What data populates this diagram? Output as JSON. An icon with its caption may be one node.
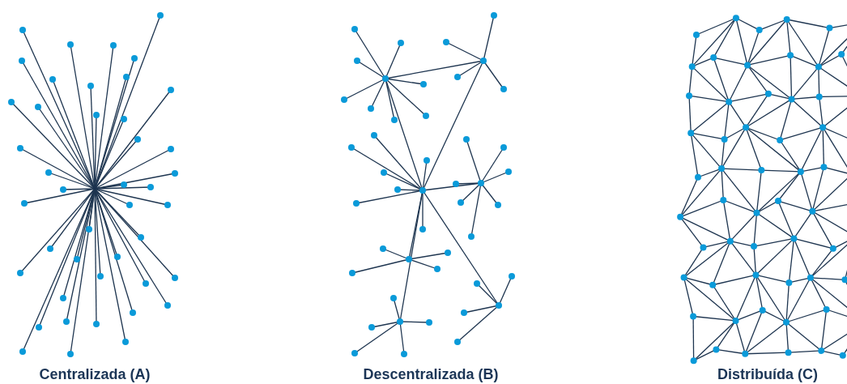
{
  "diagram": {
    "labels": [
      "Centralizada (A)",
      "Descentralizada (B)",
      "Distribuída (C)"
    ]
  }
}
